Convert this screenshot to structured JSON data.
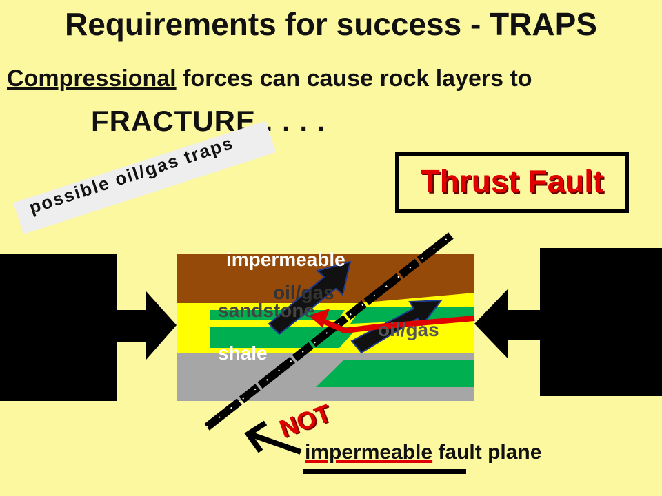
{
  "title": "Requirements for success - TRAPS",
  "intro": {
    "emphasis": "Compressional",
    "rest": " forces can cause rock layers to",
    "line2": "FRACTURE . . . ."
  },
  "callout": "possible oil/gas traps",
  "thrust_fault_label": "Thrust Fault",
  "diagram": {
    "layers": {
      "top_label": "impermeable",
      "sandstone_label": "sandstone",
      "shale_label": "shale",
      "oilgas_left": "oil/gas",
      "oilgas_right": "oil/gas"
    },
    "colors": {
      "impermeable": "#964A0A",
      "sandstone": "#FFFF00",
      "shale": "#A6A6A6",
      "reservoir": "#00B050",
      "fault_arrow": "#E00000"
    }
  },
  "not_label": "NOT",
  "fault_caption": {
    "emphasis": "impermeable",
    "rest": " fault plane"
  }
}
